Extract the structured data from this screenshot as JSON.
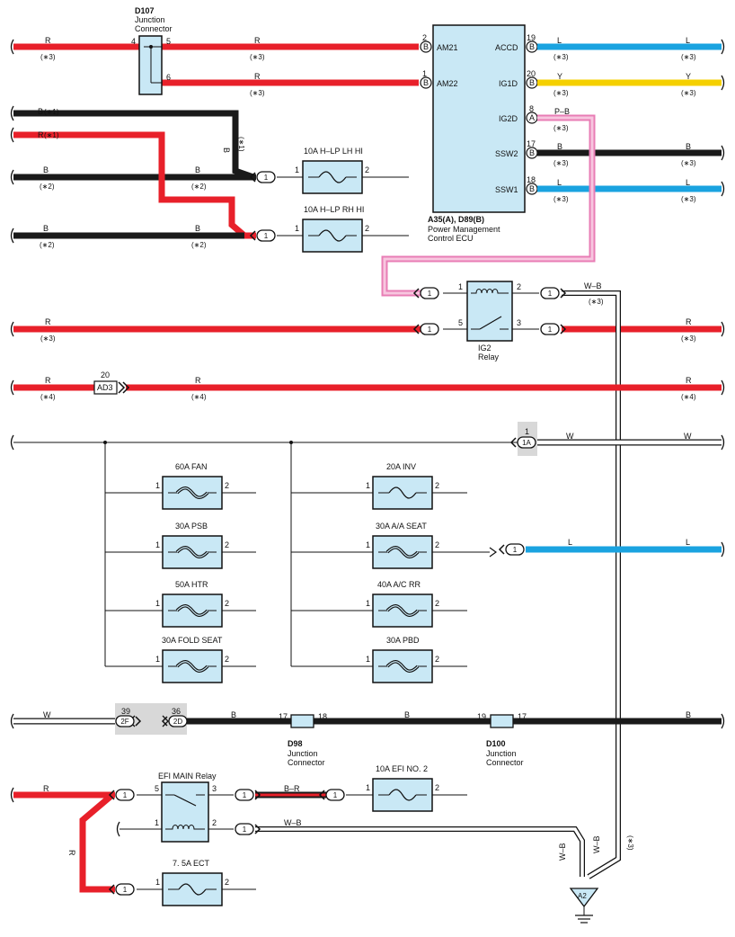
{
  "wire_colors": {
    "R": "#e8202a",
    "B": "#1a1a1a",
    "L": "#1aa3e0",
    "Y": "#f5d000",
    "PB": "#f29bc6",
    "W": "#ffffff",
    "WB": "#ffffff",
    "box": "#c9e8f5",
    "gray_box": "#d8d8d8"
  },
  "d107": {
    "id": "D107",
    "name1": "Junction",
    "name2": "Connector",
    "p4": "4",
    "p5": "5",
    "p6": "6"
  },
  "ecu": {
    "id": "A35(A), D89(B)",
    "name1": "Power Management",
    "name2": "Control ECU",
    "am21": "AM21",
    "am22": "AM22",
    "accd": "ACCD",
    "ig1d": "IG1D",
    "ig2d": "IG2D",
    "ssw2": "SSW2",
    "ssw1": "SSW1",
    "p2": "2",
    "p1": "1",
    "p19": "19",
    "p20": "20",
    "p8": "8",
    "p17": "17",
    "p18": "18",
    "cB": "B",
    "cA": "A"
  },
  "wires": {
    "R": "R",
    "B": "B",
    "L": "L",
    "Y": "Y",
    "W": "W",
    "PB": "P–B",
    "WB": "W–B",
    "BR": "B–R",
    "n1": "(∗1)",
    "n2": "(∗2)",
    "n3": "(∗3)",
    "n4": "(∗4)"
  },
  "fuses": {
    "lh": "10A H–LP LH HI",
    "rh": "10A H–LP RH HI",
    "fan": "60A FAN",
    "psb": "30A PSB",
    "htr": "50A HTR",
    "fold": "30A FOLD SEAT",
    "inv": "20A INV",
    "aaseat": "30A A/A SEAT",
    "acrr": "40A A/C RR",
    "pbd": "30A PBD",
    "efi2": "10A EFI NO. 2",
    "ect": "7. 5A ECT"
  },
  "pins": {
    "p1": "1",
    "p2": "2",
    "p3": "3",
    "p5": "5",
    "p17": "17",
    "p18": "18",
    "p19": "19",
    "p20": "20",
    "p36": "36",
    "p39": "39"
  },
  "conn": {
    "c1": "1",
    "c1A": "1A",
    "c2F": "2F",
    "c2D": "2D",
    "ad3": "AD3",
    "a2": "A2"
  },
  "ig2": {
    "name1": "IG2",
    "name2": "Relay"
  },
  "efi_main": {
    "name": "EFI MAIN Relay"
  },
  "d98": {
    "id": "D98",
    "name1": "Junction",
    "name2": "Connector"
  },
  "d100": {
    "id": "D100",
    "name1": "Junction",
    "name2": "Connector"
  }
}
